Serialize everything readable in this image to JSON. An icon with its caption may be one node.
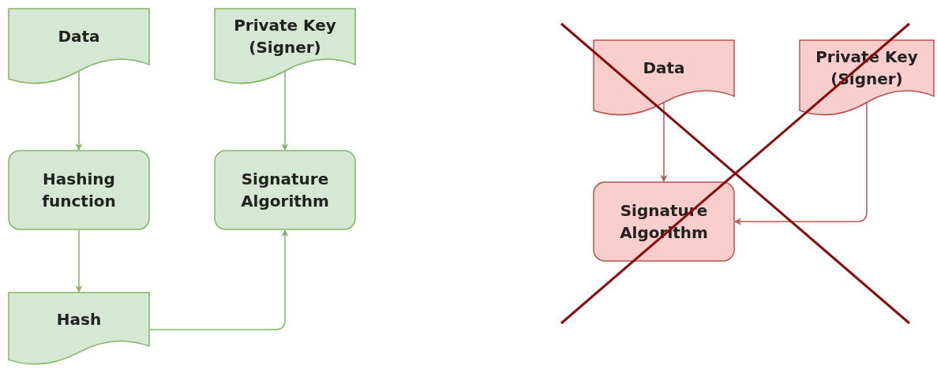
{
  "diagram": {
    "nodes": [
      {
        "text": [
          "Data"
        ]
      },
      {
        "text": [
          "Private Key (Signer)"
        ]
      },
      {
        "text": [
          "Hashing function"
        ]
      },
      {
        "text": [
          "Signature Algorithm"
        ]
      },
      {
        "text": [
          "Hash"
        ]
      },
      {
        "text": [
          "Data"
        ]
      },
      {
        "text": [
          "Private Key (Signer)"
        ]
      },
      {
        "text": [
          "Signature Algorithm"
        ]
      }
    ],
    "edges": [
      {
        "from": 0,
        "to": 2,
        "arrow": "to"
      },
      {
        "from": 1,
        "to": 3,
        "arrow": "to"
      },
      {
        "from": 2,
        "to": 4,
        "arrow": "to"
      },
      {
        "from": 4,
        "to": 3,
        "arrow": "to"
      },
      {
        "from": 5,
        "to": 7,
        "arrow": "to",
        "color": "#b85450"
      },
      {
        "from": 6,
        "to": 7,
        "arrow": "to",
        "color": "#b85450"
      }
    ]
  }
}
